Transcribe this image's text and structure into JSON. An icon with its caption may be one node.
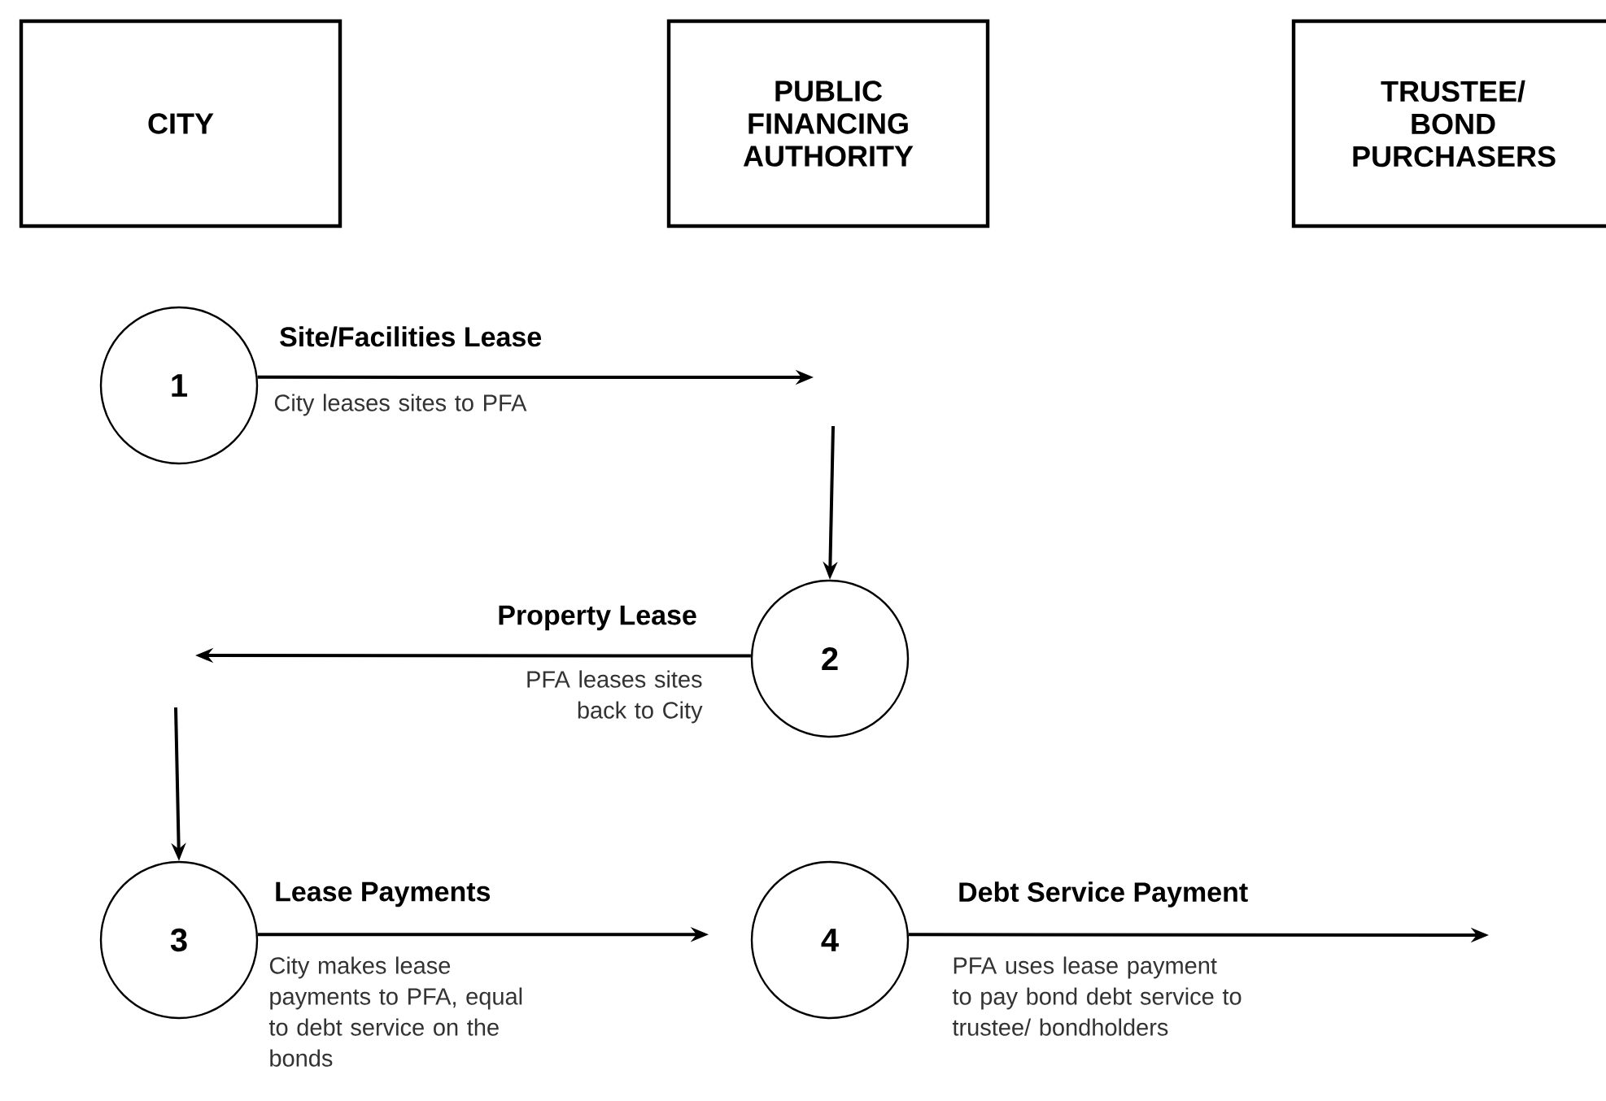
{
  "diagram": {
    "nodes": [
      {
        "text": [
          "CITY"
        ]
      },
      {
        "text": [
          "PUBLIC FINANCING AUTHORITY"
        ]
      },
      {
        "text": [
          "TRUSTEE/ BOND PURCHASERS"
        ]
      },
      {
        "text": [
          "1"
        ]
      },
      {
        "text": [
          "2"
        ]
      },
      {
        "text": [
          "3"
        ]
      },
      {
        "text": [
          "4"
        ]
      }
    ],
    "edges": [
      {
        "from": 3,
        "to": null,
        "arrow": "to",
        "label": "Site/Facilities Lease"
      },
      {
        "from": null,
        "to": 4,
        "arrow": "to"
      },
      {
        "from": 4,
        "to": null,
        "arrow": "to",
        "label": "Property Lease"
      },
      {
        "from": null,
        "to": 5,
        "arrow": "to"
      },
      {
        "from": 5,
        "to": 6,
        "arrow": "to",
        "label": "Lease Payments"
      },
      {
        "from": 6,
        "to": null,
        "arrow": "to",
        "label": "Debt Service Payment"
      }
    ],
    "labels": [
      "City leases sites to PFA",
      "PFA leases sites back to City",
      "City makes lease payments to PFA, equal to debt service on the bonds",
      "PFA uses lease payment to pay bond debt service to trustee/ bondholders"
    ]
  }
}
